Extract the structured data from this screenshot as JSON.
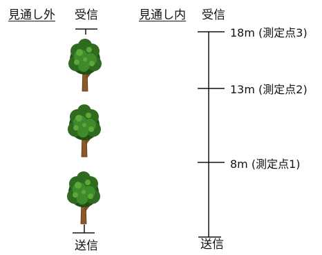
{
  "left": {
    "heading": "見通し外",
    "top_label": "受信",
    "bottom_label": "送信"
  },
  "right": {
    "heading": "見通し内",
    "top_label": "受信",
    "bottom_label": "送信",
    "points": [
      {
        "label": "18m (測定点3)"
      },
      {
        "label": "13m (測定点2)"
      },
      {
        "label": "8m (測定点1)"
      }
    ]
  }
}
